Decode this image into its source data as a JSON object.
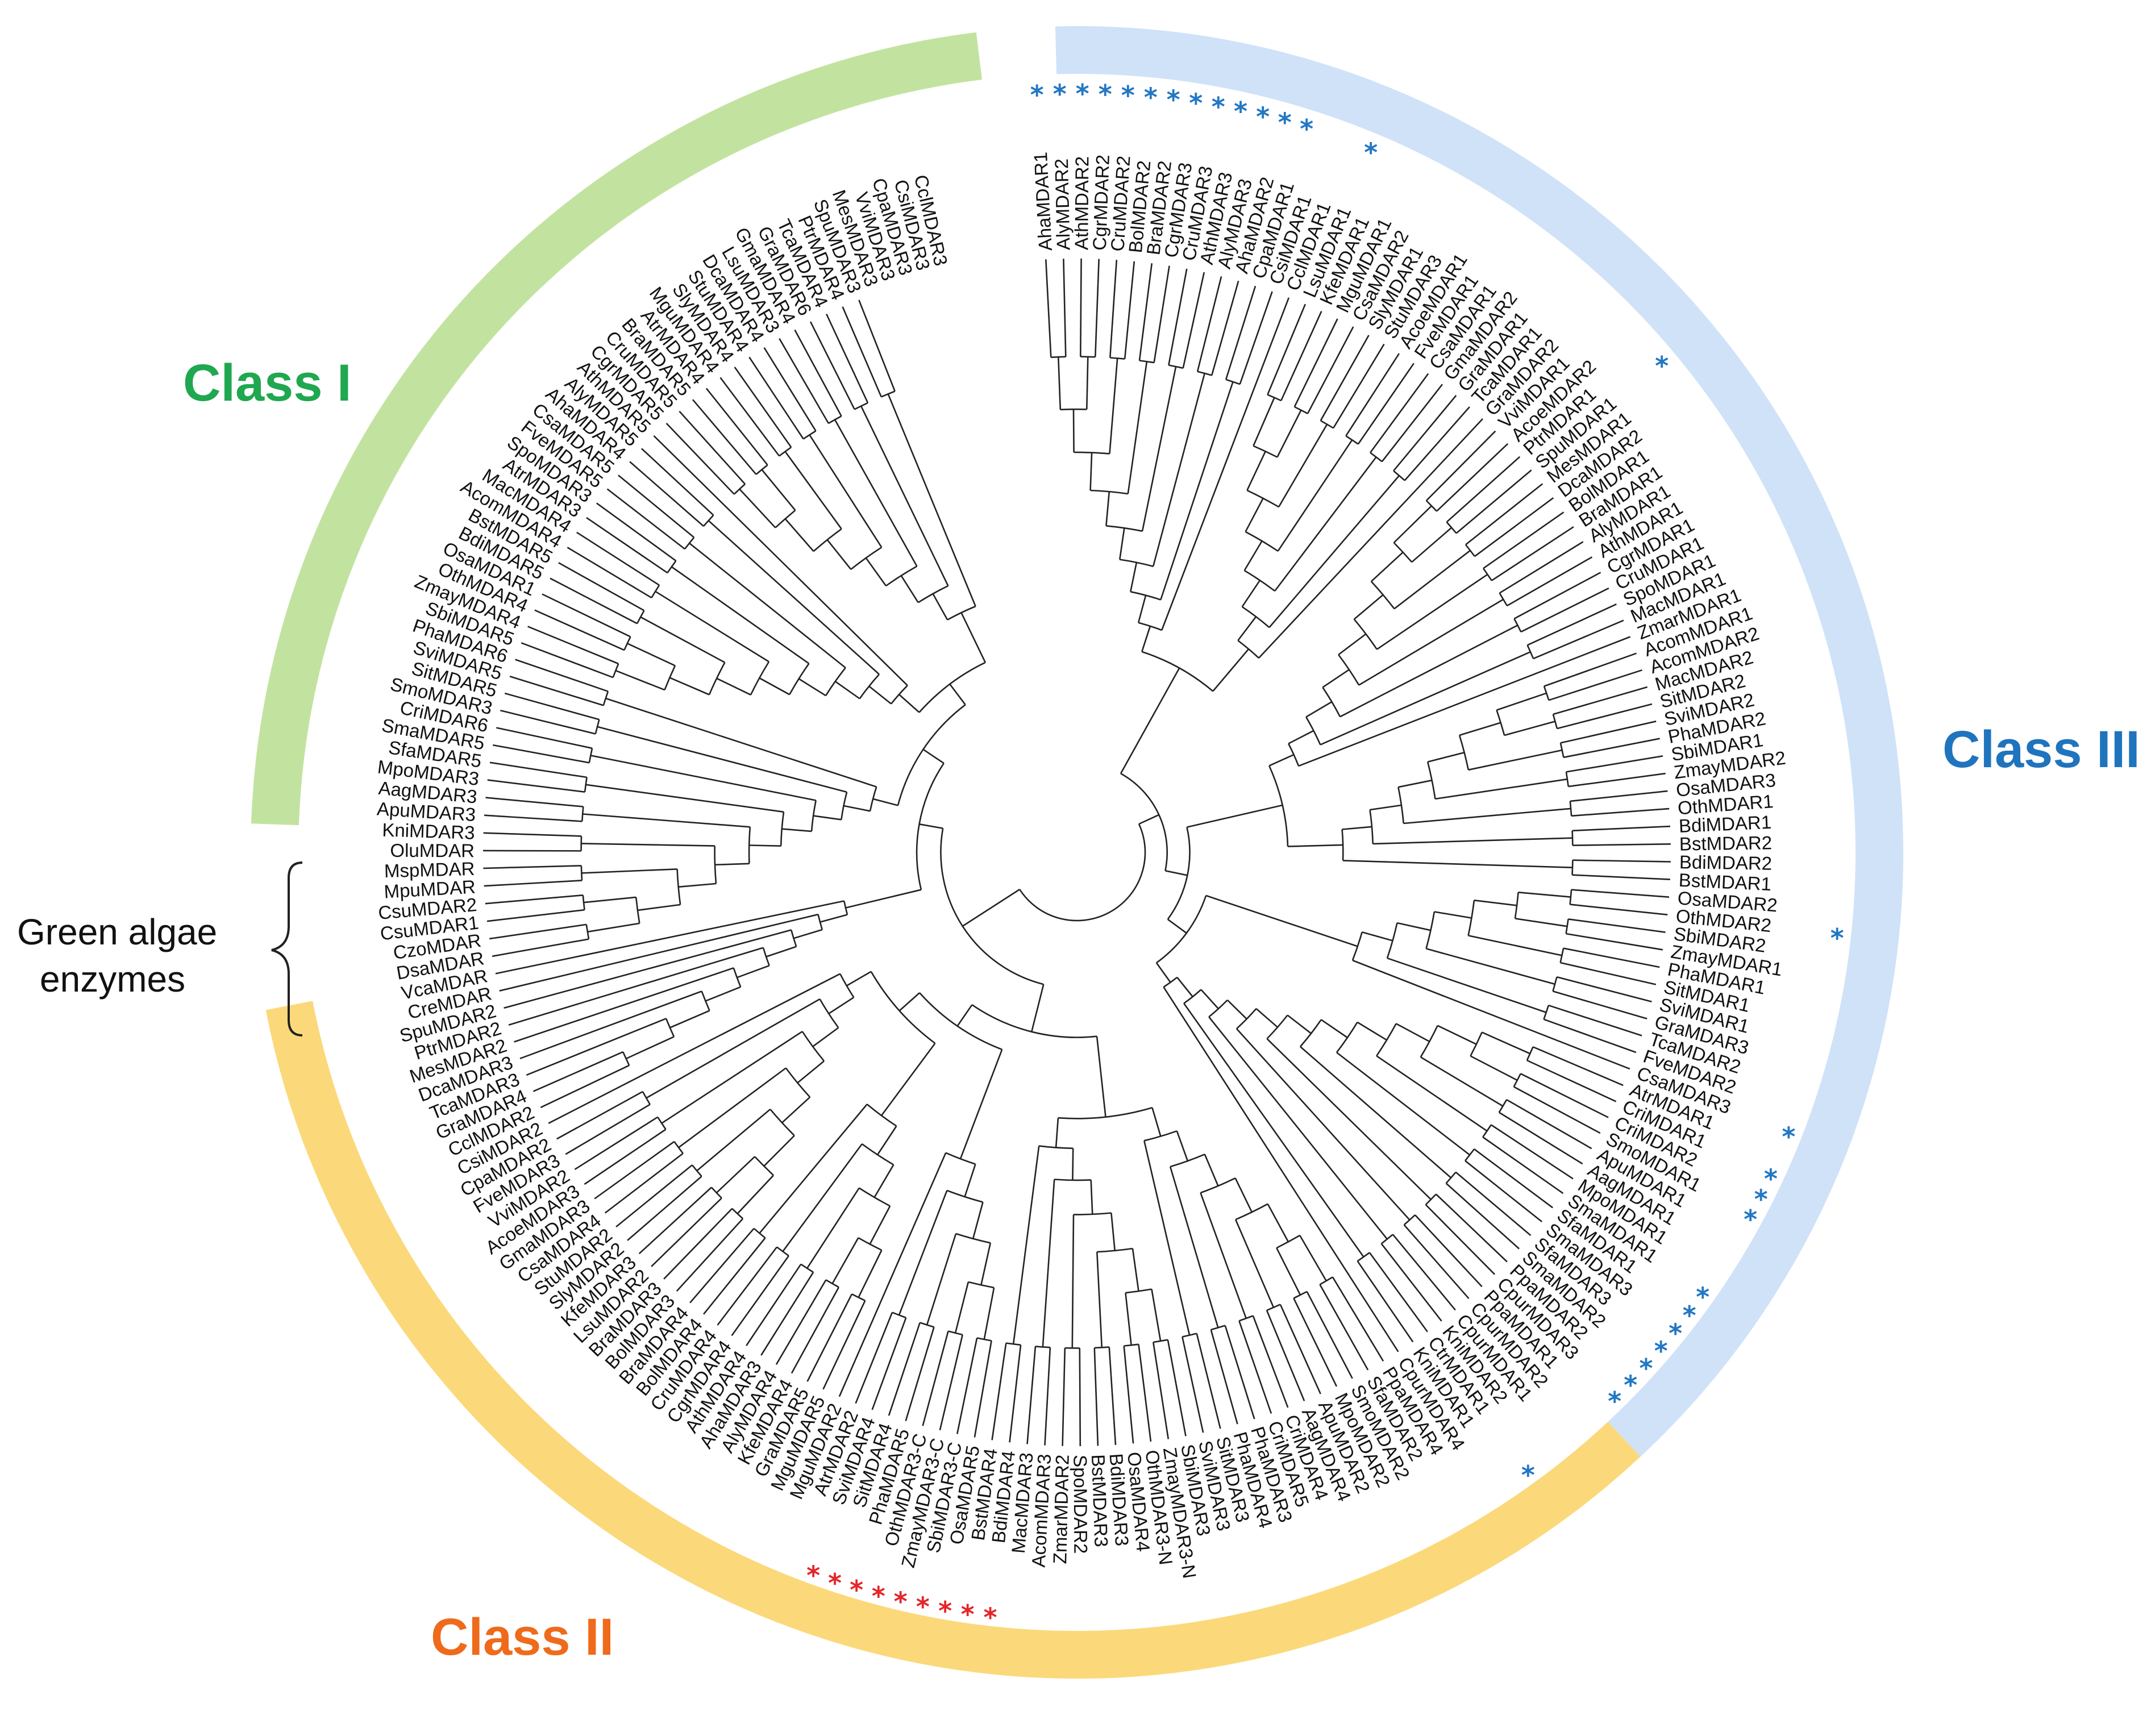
{
  "legend": {
    "class_i": {
      "label": "Class I",
      "label_color": "#1fa84f",
      "arc_color": "#c2e3a0"
    },
    "class_ii": {
      "label": "Class II",
      "label_color": "#ef6a1b",
      "arc_color": "#fbd97a"
    },
    "class_iii": {
      "label": "Class III",
      "label_color": "#1f74be",
      "arc_color": "#cfe2f8"
    },
    "green_algae_line1": "Green algae",
    "green_algae_line2": "enzymes",
    "star_symbol": "*",
    "star_colors": {
      "blue": "#2277c4",
      "red": "#e3262a"
    }
  },
  "leaves": [
    {
      "n": "AhaMDAR1",
      "s": "b"
    },
    {
      "n": "AlyMDAR2",
      "s": "b"
    },
    {
      "n": "AthMDAR2",
      "s": "b"
    },
    {
      "n": "CgrMDAR2",
      "s": "b"
    },
    {
      "n": "CruMDAR2",
      "s": "b"
    },
    {
      "n": "BolMDAR2",
      "s": "b"
    },
    {
      "n": "BraMDAR2",
      "s": "b"
    },
    {
      "n": "CgrMDAR3",
      "s": "b"
    },
    {
      "n": "CruMDAR3",
      "s": "b"
    },
    {
      "n": "AthMDAR3",
      "s": "b"
    },
    {
      "n": "AlyMDAR3",
      "s": "b"
    },
    {
      "n": "AhaMDAR2",
      "s": "b"
    },
    {
      "n": "CpaMDAR1",
      "s": "b"
    },
    {
      "n": "CsiMDAR1"
    },
    {
      "n": "CclMDAR1"
    },
    {
      "n": "LsuMDAR1",
      "s": "b"
    },
    {
      "n": "KfeMDAR1"
    },
    {
      "n": "MguMDAR1"
    },
    {
      "n": "CsaMDAR2"
    },
    {
      "n": "SlyMDAR1"
    },
    {
      "n": "StuMDAR3"
    },
    {
      "n": "AcoeMDAR1"
    },
    {
      "n": "FveMDAR1"
    },
    {
      "n": "CsaMDAR1"
    },
    {
      "n": "GmaMDAR2"
    },
    {
      "n": "GraMDAR1"
    },
    {
      "n": "TcaMDAR1"
    },
    {
      "n": "GraMDAR2"
    },
    {
      "n": "VviMDAR1"
    },
    {
      "n": "AcoeMDAR2"
    },
    {
      "n": "PtrMDAR1"
    },
    {
      "n": "SpuMDAR1",
      "s": "b"
    },
    {
      "n": "MesMDAR1"
    },
    {
      "n": "DcaMDAR2"
    },
    {
      "n": "BolMDAR1"
    },
    {
      "n": "BraMDAR1"
    },
    {
      "n": "AlyMDAR1"
    },
    {
      "n": "AthMDAR1"
    },
    {
      "n": "CgrMDAR1"
    },
    {
      "n": "CruMDAR1"
    },
    {
      "n": "SpoMDAR1"
    },
    {
      "n": "MacMDAR1"
    },
    {
      "n": "ZmarMDAR1"
    },
    {
      "n": "AcomMDAR1"
    },
    {
      "n": "AcomMDAR2"
    },
    {
      "n": "MacMDAR2"
    },
    {
      "n": "SitMDAR2"
    },
    {
      "n": "SviMDAR2"
    },
    {
      "n": "PhaMDAR2"
    },
    {
      "n": "SbiMDAR1"
    },
    {
      "n": "ZmayMDAR2"
    },
    {
      "n": "OsaMDAR3"
    },
    {
      "n": "OthMDAR1"
    },
    {
      "n": "BdiMDAR1"
    },
    {
      "n": "BstMDAR2"
    },
    {
      "n": "BdiMDAR2"
    },
    {
      "n": "BstMDAR1"
    },
    {
      "n": "OsaMDAR2"
    },
    {
      "n": "OthMDAR2",
      "s": "b"
    },
    {
      "n": "SbiMDAR2"
    },
    {
      "n": "ZmayMDAR1"
    },
    {
      "n": "PhaMDAR1"
    },
    {
      "n": "SitMDAR1"
    },
    {
      "n": "SviMDAR1"
    },
    {
      "n": "GraMDAR3"
    },
    {
      "n": "TcaMDAR2"
    },
    {
      "n": "FveMDAR2"
    },
    {
      "n": "CsaMDAR3",
      "s": "b"
    },
    {
      "n": "AtrMDAR1"
    },
    {
      "n": "CriMDAR1",
      "s": "b"
    },
    {
      "n": "CriMDAR2",
      "s": "b"
    },
    {
      "n": "SmoMDAR1",
      "s": "b"
    },
    {
      "n": "ApuMDAR1"
    },
    {
      "n": "AagMDAR1"
    },
    {
      "n": "MpoMDAR1"
    },
    {
      "n": "SmaMDAR1",
      "s": "b"
    },
    {
      "n": "SfaMDAR1",
      "s": "b"
    },
    {
      "n": "SmaMDAR3",
      "s": "b"
    },
    {
      "n": "SfaMDAR3",
      "s": "b"
    },
    {
      "n": "SmaMDAR2",
      "s": "b"
    },
    {
      "n": "PpaMDAR2",
      "s": "b"
    },
    {
      "n": "CpurMDAR3",
      "s": "b"
    },
    {
      "n": "PpaMDAR1"
    },
    {
      "n": "CpurMDAR2"
    },
    {
      "n": "CpurMDAR1"
    },
    {
      "n": "KniMDAR2"
    },
    {
      "n": "CtrMDAR1",
      "s": "b"
    },
    {
      "n": "KniMDAR1"
    },
    {
      "n": "CpurMDAR4"
    },
    {
      "n": "PpaMDAR4"
    },
    {
      "n": "SfaMDAR2"
    },
    {
      "n": "SmoMDAR2"
    },
    {
      "n": "MpoMDAR2"
    },
    {
      "n": "ApuMDAR2"
    },
    {
      "n": "AagMDAR4"
    },
    {
      "n": "CriMDAR4"
    },
    {
      "n": "CriMDAR5"
    },
    {
      "n": "PhaMDAR3"
    },
    {
      "n": "PhaMDAR4"
    },
    {
      "n": "SitMDAR3"
    },
    {
      "n": "SviMDAR3"
    },
    {
      "n": "SbiMDAR3"
    },
    {
      "n": "ZmayMDAR3-N"
    },
    {
      "n": "OthMDAR3-N"
    },
    {
      "n": "OsaMDAR4"
    },
    {
      "n": "BdiMDAR3"
    },
    {
      "n": "BstMDAR3"
    },
    {
      "n": "SpoMDAR2"
    },
    {
      "n": "ZmarMDAR2"
    },
    {
      "n": "AcomMDAR3"
    },
    {
      "n": "MacMDAR3"
    },
    {
      "n": "BdiMDAR4",
      "s": "r"
    },
    {
      "n": "BstMDAR4",
      "s": "r"
    },
    {
      "n": "OsaMDAR5",
      "s": "r"
    },
    {
      "n": "SbiMDAR3-C",
      "s": "r"
    },
    {
      "n": "ZmayMDAR3-C",
      "s": "r"
    },
    {
      "n": "OthMDAR3-C",
      "s": "r"
    },
    {
      "n": "PhaMDAR5",
      "s": "r"
    },
    {
      "n": "SitMDAR4",
      "s": "r"
    },
    {
      "n": "SviMDAR4",
      "s": "r"
    },
    {
      "n": "AtrMDAR2"
    },
    {
      "n": "MguMDAR2"
    },
    {
      "n": "MguMDAR5"
    },
    {
      "n": "GraMDAR5"
    },
    {
      "n": "KfeMDAR4"
    },
    {
      "n": "AlyMDAR4"
    },
    {
      "n": "AhaMDAR3"
    },
    {
      "n": "AthMDAR4"
    },
    {
      "n": "CgrMDAR4"
    },
    {
      "n": "CruMDAR4"
    },
    {
      "n": "BolMDAR4"
    },
    {
      "n": "BraMDAR4"
    },
    {
      "n": "BolMDAR3"
    },
    {
      "n": "BraMDAR3"
    },
    {
      "n": "LsuMDAR2"
    },
    {
      "n": "KfeMDAR3"
    },
    {
      "n": "SlyMDAR2"
    },
    {
      "n": "StuMDAR2"
    },
    {
      "n": "CsaMDAR4"
    },
    {
      "n": "GmaMDAR3"
    },
    {
      "n": "AcoeMDAR3"
    },
    {
      "n": "VviMDAR2"
    },
    {
      "n": "FveMDAR3"
    },
    {
      "n": "CpaMDAR2"
    },
    {
      "n": "CsiMDAR2"
    },
    {
      "n": "CclMDAR2"
    },
    {
      "n": "GraMDAR4"
    },
    {
      "n": "TcaMDAR3"
    },
    {
      "n": "DcaMDAR3"
    },
    {
      "n": "MesMDAR2"
    },
    {
      "n": "PtrMDAR2"
    },
    {
      "n": "SpuMDAR2"
    },
    {
      "n": "CreMDAR"
    },
    {
      "n": "VcaMDAR"
    },
    {
      "n": "DsaMDAR"
    },
    {
      "n": "CzoMDAR"
    },
    {
      "n": "CsuMDAR1"
    },
    {
      "n": "CsuMDAR2"
    },
    {
      "n": "MpuMDAR"
    },
    {
      "n": "MspMDAR"
    },
    {
      "n": "OluMDAR"
    },
    {
      "n": "KniMDAR3"
    },
    {
      "n": "ApuMDAR3"
    },
    {
      "n": "AagMDAR3"
    },
    {
      "n": "MpoMDAR3"
    },
    {
      "n": "SfaMDAR5"
    },
    {
      "n": "SmaMDAR5"
    },
    {
      "n": "CriMDAR6"
    },
    {
      "n": "SmoMDAR3"
    },
    {
      "n": "SitMDAR5"
    },
    {
      "n": "SviMDAR5"
    },
    {
      "n": "PhaMDAR6"
    },
    {
      "n": "SbiMDAR5"
    },
    {
      "n": "ZmayMDAR4"
    },
    {
      "n": "OthMDAR4"
    },
    {
      "n": "OsaMDAR1"
    },
    {
      "n": "BdiMDAR5"
    },
    {
      "n": "BstMDAR5"
    },
    {
      "n": "AcomMDAR4"
    },
    {
      "n": "MacMDAR4"
    },
    {
      "n": "AtrMDAR3"
    },
    {
      "n": "SpoMDAR3"
    },
    {
      "n": "FveMDAR5"
    },
    {
      "n": "CsaMDAR5"
    },
    {
      "n": "AhaMDAR4"
    },
    {
      "n": "AlyMDAR5"
    },
    {
      "n": "AthMDAR5"
    },
    {
      "n": "CgrMDAR5"
    },
    {
      "n": "CruMDAR5"
    },
    {
      "n": "BraMDAR5"
    },
    {
      "n": "AtrMDAR4"
    },
    {
      "n": "MguMDAR4"
    },
    {
      "n": "SlyMDAR4"
    },
    {
      "n": "StuMDAR4"
    },
    {
      "n": "DcaMDAR4"
    },
    {
      "n": "LsuMDAR3"
    },
    {
      "n": "GmaMDAR4"
    },
    {
      "n": "GraMDAR6"
    },
    {
      "n": "TcaMDAR4"
    },
    {
      "n": "PtrMDAR4"
    },
    {
      "n": "SpuMDAR3"
    },
    {
      "n": "MesMDAR3"
    },
    {
      "n": "VviMDAR3"
    },
    {
      "n": "CpaMDAR3"
    },
    {
      "n": "CsiMDAR3"
    },
    {
      "n": "CclMDAR3"
    }
  ]
}
